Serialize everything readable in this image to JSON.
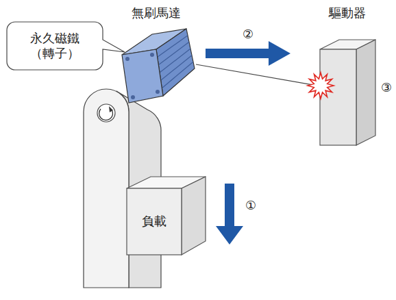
{
  "diagram": {
    "nodes": [
      {
        "text": [
          "無刷馬達"
        ]
      },
      {
        "text": [
          "驅動器"
        ]
      },
      {
        "text": [
          "永久磁鐵 （轉子）"
        ]
      },
      {
        "text": [
          "負載"
        ]
      }
    ],
    "edges": [
      {
        "from": 0,
        "to": 1,
        "arrow": "none"
      }
    ],
    "labels": [
      "①",
      "②",
      "③"
    ]
  }
}
